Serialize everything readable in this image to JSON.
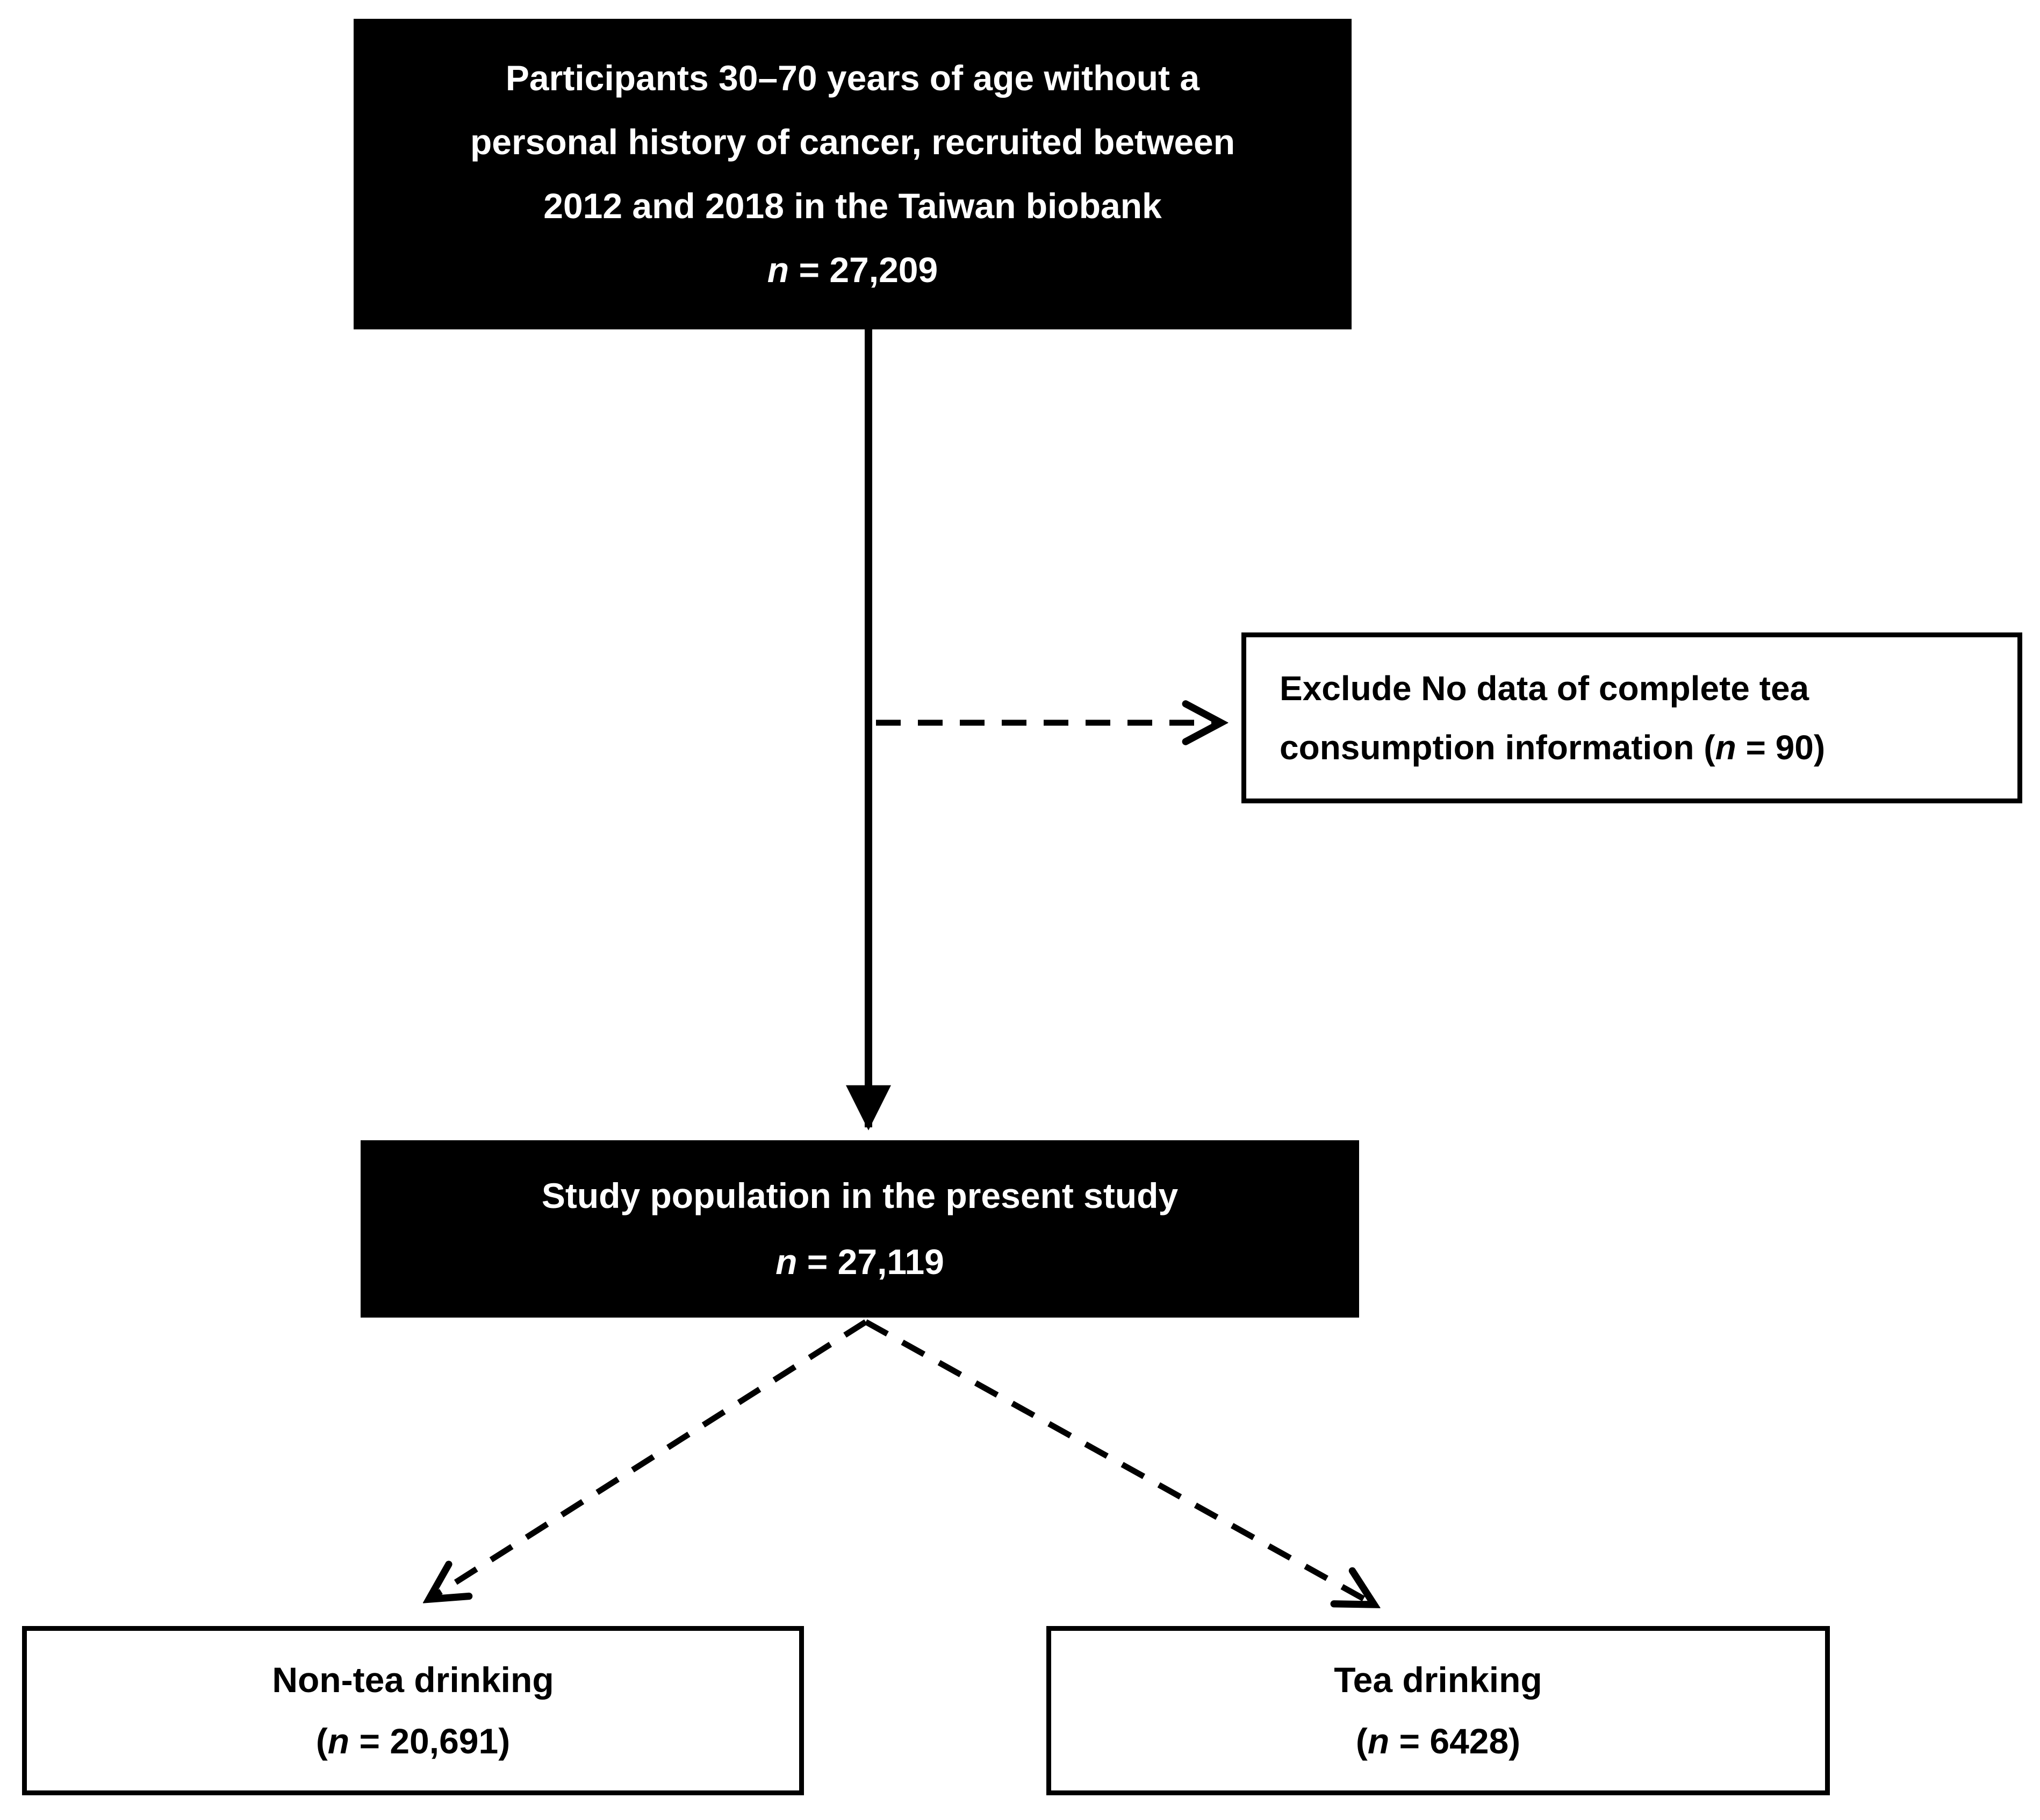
{
  "diagram": {
    "top_box": {
      "line1": "Participants 30–70 years of age without a",
      "line2": "personal history of cancer, recruited between",
      "line3": "2012 and 2018 in the Taiwan biobank",
      "n_label": "n",
      "n_value": " = 27,209"
    },
    "exclude_box": {
      "line1": "Exclude No data of complete tea",
      "line2_prefix": "consumption information (",
      "n_label": "n",
      "line2_suffix": " = 90)"
    },
    "middle_box": {
      "line1": "Study population in the present study",
      "n_label": "n",
      "n_value": " = 27,119"
    },
    "bottom_left_box": {
      "line1": "Non-tea drinking",
      "line2_prefix": "(",
      "n_label": "n",
      "line2_suffix": " = 20,691)"
    },
    "bottom_right_box": {
      "line1": "Tea drinking",
      "line2_prefix": "(",
      "n_label": "n",
      "line2_suffix": " = 6428)"
    },
    "colors": {
      "filled_box_background": "#000000",
      "filled_box_text": "#ffffff",
      "outlined_box_border": "#000000",
      "arrow": "#000000",
      "background": "#ffffff"
    }
  }
}
